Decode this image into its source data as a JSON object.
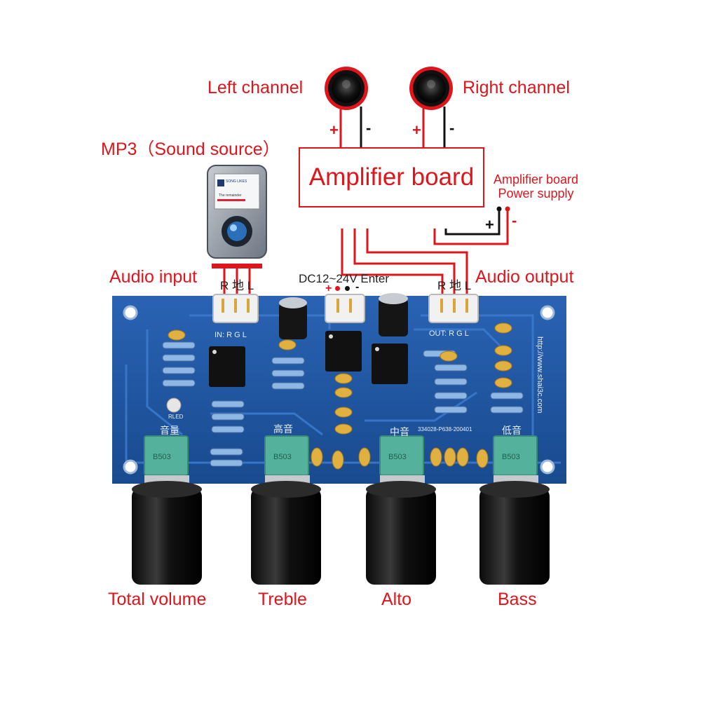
{
  "speakers": {
    "left_label": "Left channel",
    "right_label": "Right channel",
    "plus": "+",
    "minus": "-"
  },
  "source": {
    "label": "MP3（Sound source）",
    "screen_line1": "SONG LIKES",
    "screen_line2": "The remainder"
  },
  "amplifier": {
    "label": "Amplifier board",
    "power_label_line1": "Amplifier board",
    "power_label_line2": "Power supply",
    "power_plus": "+",
    "power_minus": "-"
  },
  "board": {
    "audio_input_label": "Audio input",
    "audio_output_label": "Audio output",
    "power_enter_label": "DC12~24V Enter",
    "input_pins": "R 地 L",
    "output_pins": "R 地 L",
    "power_plus": "+",
    "power_minus": "-",
    "silk_in": "IN: R  G  L",
    "silk_out": "OUT: R  G  L",
    "silk_url": "http://www.shai3c.com",
    "silk_code": "334028-P638-200401",
    "silk_volume": "音量",
    "silk_treble": "高音",
    "silk_alto": "中音",
    "silk_bass": "低音",
    "silk_led": "RLED",
    "pot_code": "B503"
  },
  "knobs": {
    "volume_label": "Total volume",
    "treble_label": "Treble",
    "alto_label": "Alto",
    "bass_label": "Bass"
  },
  "colors": {
    "accent_red": "#e0141b",
    "board_blue": "#1d4f96",
    "pot_green": "#54b29c"
  }
}
